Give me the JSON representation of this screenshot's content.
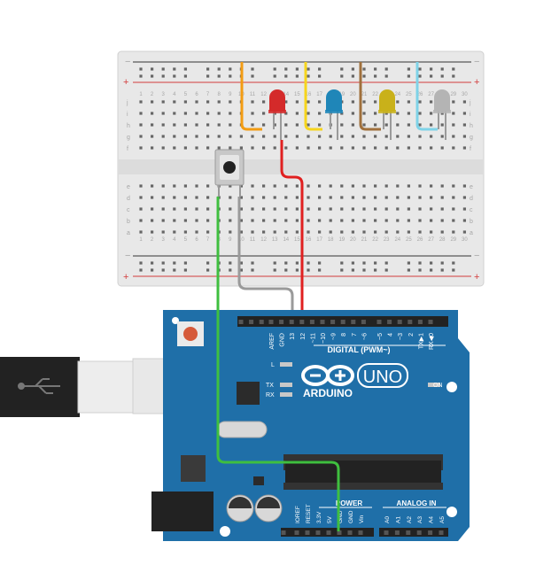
{
  "breadboard": {
    "rows_top": [
      "j",
      "i",
      "h",
      "g",
      "f"
    ],
    "rows_bottom": [
      "e",
      "d",
      "c",
      "b",
      "a"
    ],
    "rail_minus": "−",
    "rail_plus": "+",
    "column_count": 30
  },
  "arduino": {
    "logo_text": "ARDUINO",
    "model_text": "UNO",
    "digital_label": "DIGITAL (PWM~)",
    "power_label": "POWER",
    "analog_label": "ANALOG IN",
    "led_l": "L",
    "led_tx": "TX",
    "led_rx": "RX",
    "led_on": "ON",
    "digital_pins": [
      "AREF",
      "GND",
      "13",
      "12",
      "~11",
      "~10",
      "~9",
      "8",
      "7",
      "~6",
      "~5",
      "4",
      "~3",
      "2",
      "TX▶1",
      "RX◀0"
    ],
    "power_pins": [
      "IOREF",
      "RESET",
      "3.3V",
      "5V",
      "GND",
      "GND",
      "Vin"
    ],
    "analog_pins": [
      "A0",
      "A1",
      "A2",
      "A3",
      "A4",
      "A5"
    ]
  },
  "leds": [
    {
      "color": "red",
      "fill": "#d42a2a"
    },
    {
      "color": "blue",
      "fill": "#1f86b8"
    },
    {
      "color": "yellow",
      "fill": "#c9b11a"
    },
    {
      "color": "white",
      "fill": "#b4b4b4"
    }
  ],
  "wires": {
    "orange": "#f39c12",
    "yellow": "#f6d51d",
    "brown": "#a0703c",
    "light_blue": "#7fd3e8",
    "red": "#e02020",
    "gray": "#9a9a9a",
    "green": "#3fbf3f"
  },
  "colors": {
    "board_blue": "#1f6fa8",
    "board_dark": "#16588a",
    "rail_red": "#d23b3b",
    "rail_black": "#333333"
  }
}
